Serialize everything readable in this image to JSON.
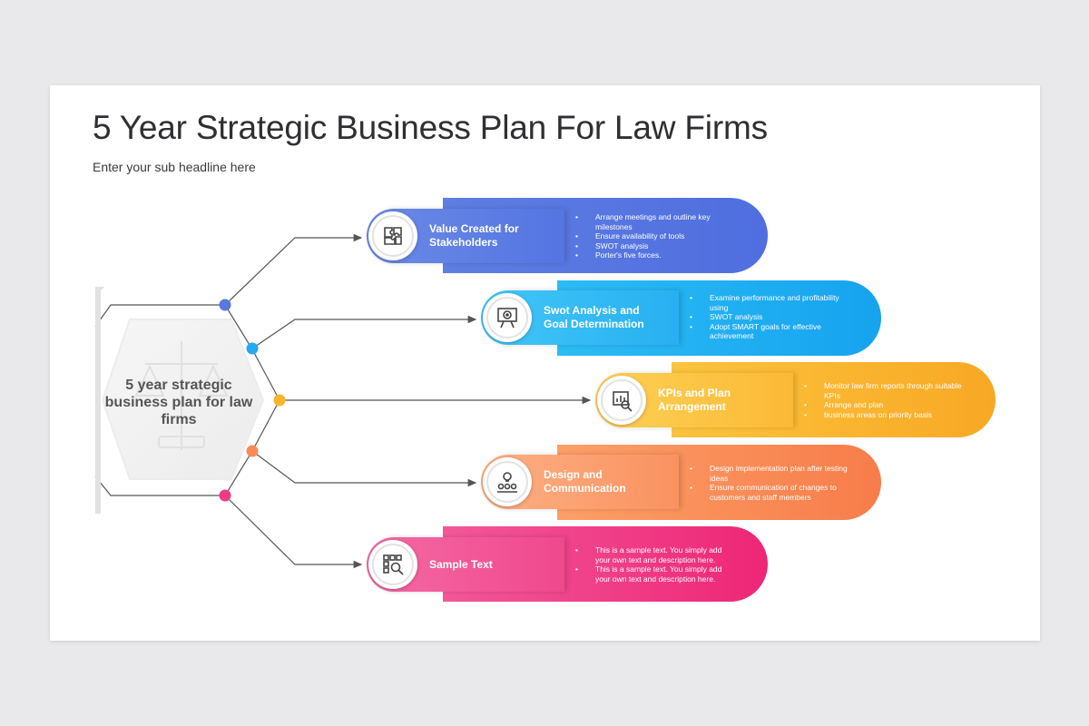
{
  "slide": {
    "title": "5 Year Strategic Business Plan For Law Firms",
    "subtitle": "Enter your sub headline here"
  },
  "center": {
    "text": "5 year strategic business plan for law firms"
  },
  "items": [
    {
      "label": "Value Created for Stakeholders",
      "icon": "puzzle-team-icon",
      "color_start": "#5b7fe0",
      "color_end": "#4f6fe0",
      "dot_color": "#5b78df",
      "bullets": [
        "Arrange meetings and outline key milestones",
        "Ensure availability of tools",
        "SWOT analysis",
        "Porter's five forces."
      ]
    },
    {
      "label": "Swot Analysis and Goal Determination",
      "icon": "presentation-target-icon",
      "color_start": "#27b7f4",
      "color_end": "#1aa3f0",
      "dot_color": "#24aaf0",
      "bullets": [
        "Examine performance and profitability using",
        "SWOT analysis",
        "Adopt SMART goals for effective achievement"
      ]
    },
    {
      "label": "KPIs and Plan Arrangement",
      "icon": "chart-magnifier-icon",
      "color_start": "#fbc03a",
      "color_end": "#f8a925",
      "dot_color": "#f9b52c",
      "bullets": [
        "Monitor law firm reports through suitable KPIs",
        "Arrange and plan",
        "business areas on priority basis"
      ]
    },
    {
      "label": "Design and Communication",
      "icon": "idea-team-icon",
      "color_start": "#fb9b63",
      "color_end": "#f7814e",
      "dot_color": "#f98a55",
      "bullets": [
        "Design implementation plan after testing ideas",
        "Ensure communication of changes to customers and staff members"
      ]
    },
    {
      "label": "Sample Text",
      "icon": "grid-search-icon",
      "color_start": "#f0508f",
      "color_end": "#ee2a7a",
      "dot_color": "#ee3c84",
      "bullets": [
        "This is a sample text. You simply add your own text and description here.",
        "This is a sample text. You simply add your own text and description here."
      ]
    }
  ]
}
